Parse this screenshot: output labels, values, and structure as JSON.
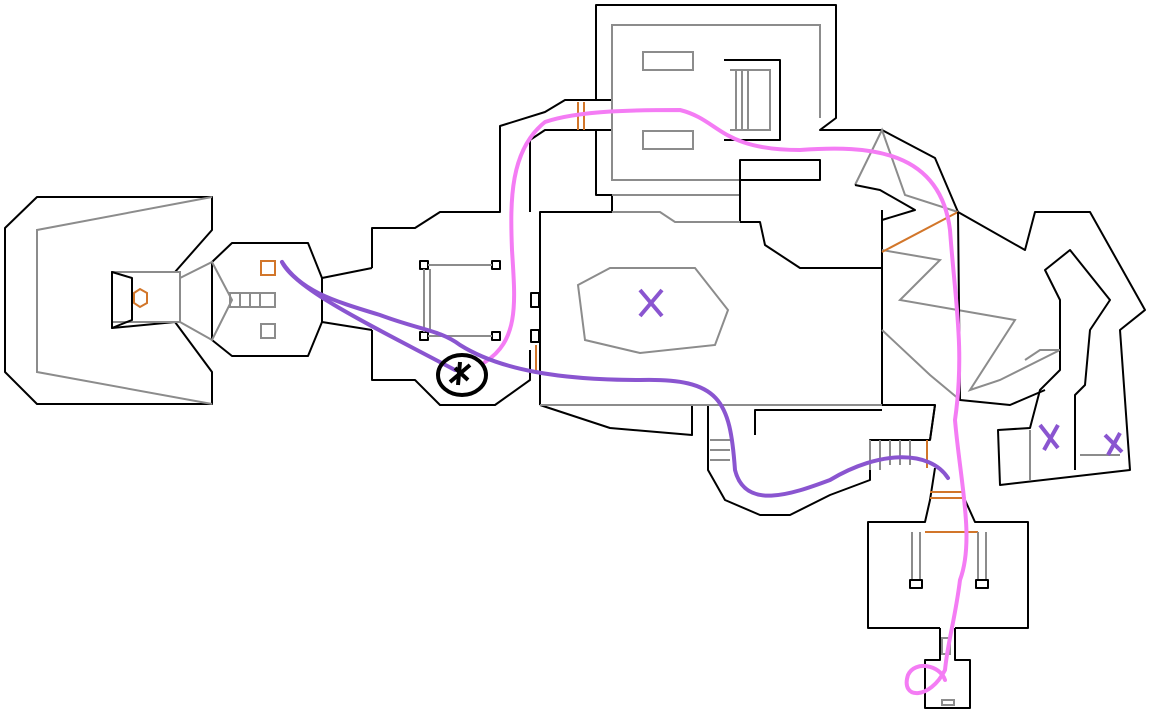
{
  "map": {
    "colors": {
      "wall": "#000000",
      "step": "#8c8c8c",
      "door": "#d2762a",
      "route_primary": "#f47cf4",
      "route_secondary": "#8a55d0"
    },
    "markers": [
      {
        "type": "player-start-icon"
      },
      {
        "type": "x-mark",
        "area": "central-hall"
      },
      {
        "type": "x-mark",
        "area": "east-loop"
      },
      {
        "type": "x-mark",
        "area": "east-loop-end"
      },
      {
        "type": "exit-loop",
        "area": "south-exit"
      }
    ]
  }
}
